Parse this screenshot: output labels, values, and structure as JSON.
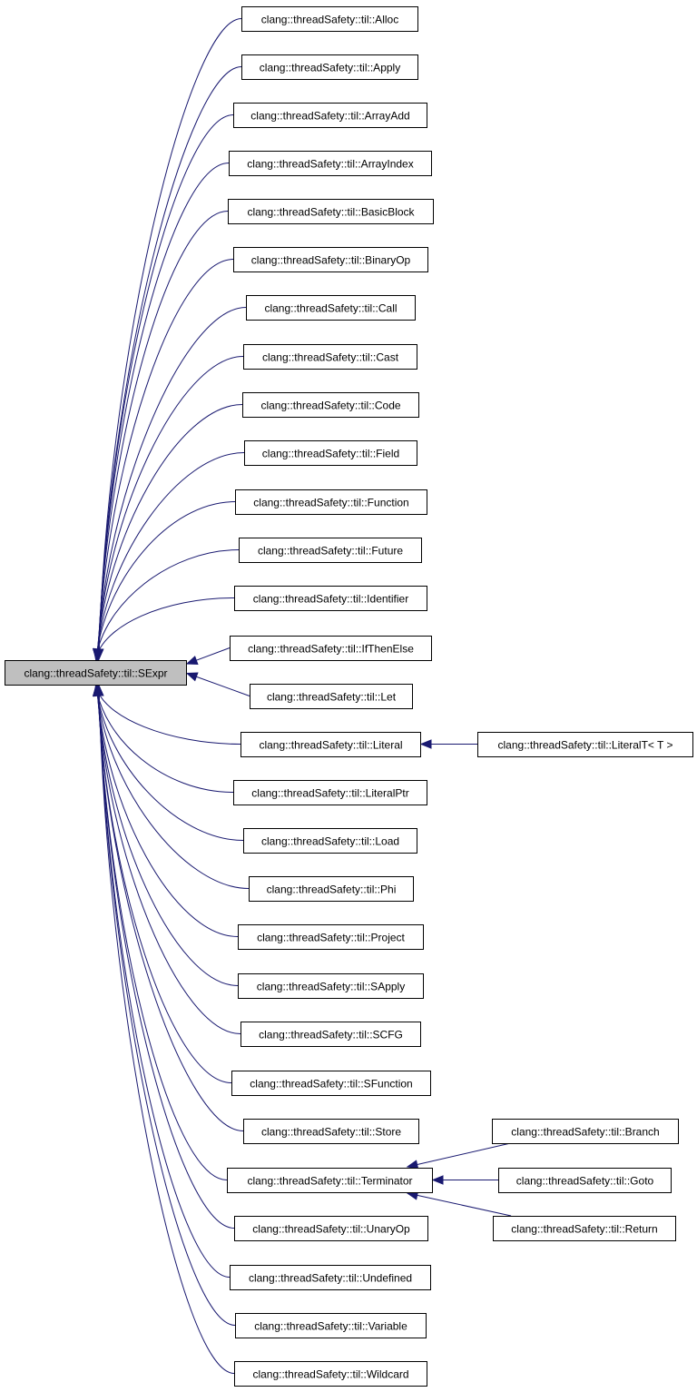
{
  "diagram": {
    "type": "inheritance-graph",
    "colors": {
      "edge": "#191970",
      "root_fill": "#bfbfbf",
      "node_fill": "#ffffff",
      "node_border": "#000000"
    },
    "root": "clang::threadSafety::til::SExpr",
    "nodes": [
      {
        "id": "alloc",
        "label": "clang::threadSafety::til::Alloc"
      },
      {
        "id": "apply",
        "label": "clang::threadSafety::til::Apply"
      },
      {
        "id": "arrayadd",
        "label": "clang::threadSafety::til::ArrayAdd"
      },
      {
        "id": "arrayindex",
        "label": "clang::threadSafety::til::ArrayIndex"
      },
      {
        "id": "basicblock",
        "label": "clang::threadSafety::til::BasicBlock"
      },
      {
        "id": "binaryop",
        "label": "clang::threadSafety::til::BinaryOp"
      },
      {
        "id": "call",
        "label": "clang::threadSafety::til::Call"
      },
      {
        "id": "cast",
        "label": "clang::threadSafety::til::Cast"
      },
      {
        "id": "code",
        "label": "clang::threadSafety::til::Code"
      },
      {
        "id": "field",
        "label": "clang::threadSafety::til::Field"
      },
      {
        "id": "function",
        "label": "clang::threadSafety::til::Function"
      },
      {
        "id": "future",
        "label": "clang::threadSafety::til::Future"
      },
      {
        "id": "identifier",
        "label": "clang::threadSafety::til::Identifier"
      },
      {
        "id": "ifthenelse",
        "label": "clang::threadSafety::til::IfThenElse"
      },
      {
        "id": "sexpr",
        "label": "clang::threadSafety::til::SExpr"
      },
      {
        "id": "let",
        "label": "clang::threadSafety::til::Let"
      },
      {
        "id": "literal",
        "label": "clang::threadSafety::til::Literal"
      },
      {
        "id": "literalt",
        "label": "clang::threadSafety::til::LiteralT< T >"
      },
      {
        "id": "literalptr",
        "label": "clang::threadSafety::til::LiteralPtr"
      },
      {
        "id": "load",
        "label": "clang::threadSafety::til::Load"
      },
      {
        "id": "phi",
        "label": "clang::threadSafety::til::Phi"
      },
      {
        "id": "project",
        "label": "clang::threadSafety::til::Project"
      },
      {
        "id": "sapply",
        "label": "clang::threadSafety::til::SApply"
      },
      {
        "id": "scfg",
        "label": "clang::threadSafety::til::SCFG"
      },
      {
        "id": "sfunction",
        "label": "clang::threadSafety::til::SFunction"
      },
      {
        "id": "store",
        "label": "clang::threadSafety::til::Store"
      },
      {
        "id": "branch",
        "label": "clang::threadSafety::til::Branch"
      },
      {
        "id": "terminator",
        "label": "clang::threadSafety::til::Terminator"
      },
      {
        "id": "goto",
        "label": "clang::threadSafety::til::Goto"
      },
      {
        "id": "return",
        "label": "clang::threadSafety::til::Return"
      },
      {
        "id": "unaryop",
        "label": "clang::threadSafety::til::UnaryOp"
      },
      {
        "id": "undefined",
        "label": "clang::threadSafety::til::Undefined"
      },
      {
        "id": "variable",
        "label": "clang::threadSafety::til::Variable"
      },
      {
        "id": "wildcard",
        "label": "clang::threadSafety::til::Wildcard"
      }
    ],
    "edges": [
      {
        "from": "alloc",
        "to": "sexpr"
      },
      {
        "from": "apply",
        "to": "sexpr"
      },
      {
        "from": "arrayadd",
        "to": "sexpr"
      },
      {
        "from": "arrayindex",
        "to": "sexpr"
      },
      {
        "from": "basicblock",
        "to": "sexpr"
      },
      {
        "from": "binaryop",
        "to": "sexpr"
      },
      {
        "from": "call",
        "to": "sexpr"
      },
      {
        "from": "cast",
        "to": "sexpr"
      },
      {
        "from": "code",
        "to": "sexpr"
      },
      {
        "from": "field",
        "to": "sexpr"
      },
      {
        "from": "function",
        "to": "sexpr"
      },
      {
        "from": "future",
        "to": "sexpr"
      },
      {
        "from": "identifier",
        "to": "sexpr"
      },
      {
        "from": "ifthenelse",
        "to": "sexpr"
      },
      {
        "from": "let",
        "to": "sexpr"
      },
      {
        "from": "literal",
        "to": "sexpr"
      },
      {
        "from": "literalptr",
        "to": "sexpr"
      },
      {
        "from": "load",
        "to": "sexpr"
      },
      {
        "from": "phi",
        "to": "sexpr"
      },
      {
        "from": "project",
        "to": "sexpr"
      },
      {
        "from": "sapply",
        "to": "sexpr"
      },
      {
        "from": "scfg",
        "to": "sexpr"
      },
      {
        "from": "sfunction",
        "to": "sexpr"
      },
      {
        "from": "store",
        "to": "sexpr"
      },
      {
        "from": "terminator",
        "to": "sexpr"
      },
      {
        "from": "unaryop",
        "to": "sexpr"
      },
      {
        "from": "undefined",
        "to": "sexpr"
      },
      {
        "from": "variable",
        "to": "sexpr"
      },
      {
        "from": "wildcard",
        "to": "sexpr"
      },
      {
        "from": "literalt",
        "to": "literal"
      },
      {
        "from": "branch",
        "to": "terminator"
      },
      {
        "from": "goto",
        "to": "terminator"
      },
      {
        "from": "return",
        "to": "terminator"
      }
    ]
  }
}
